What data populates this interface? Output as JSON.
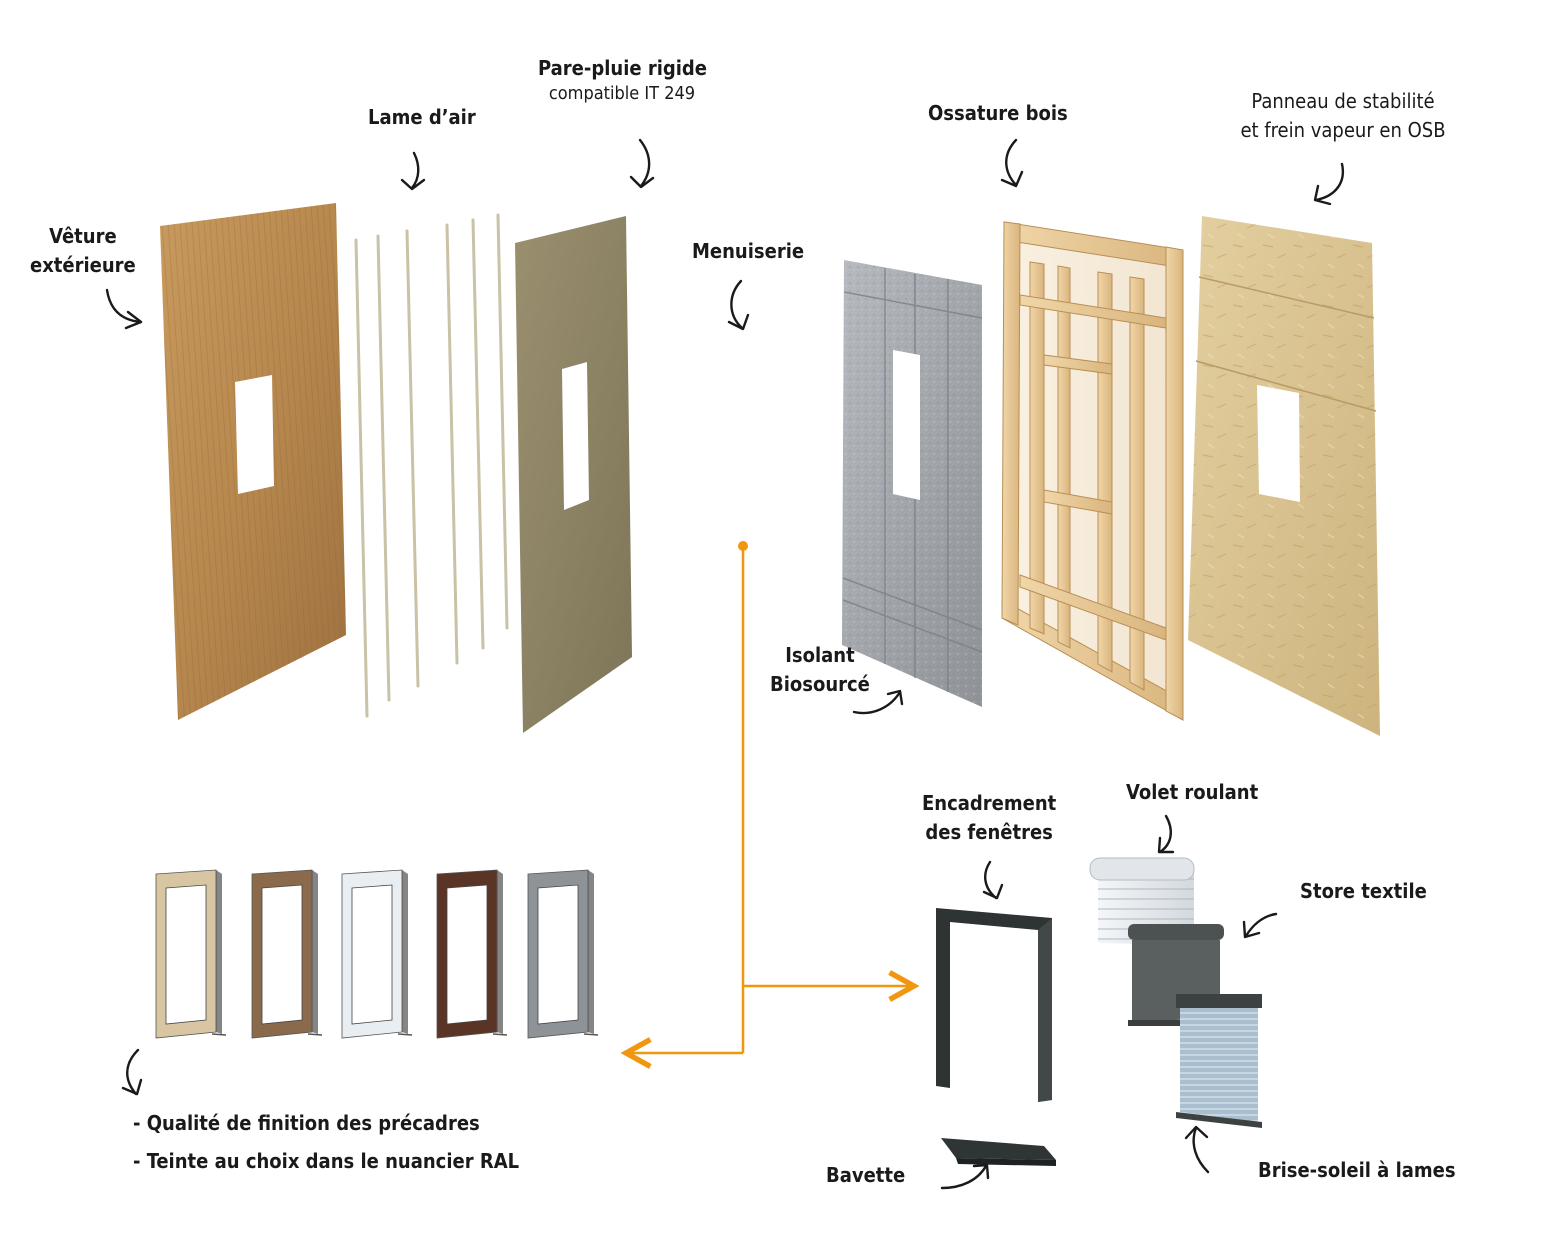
{
  "labels": {
    "veture": [
      "Vêture",
      "extérieure"
    ],
    "lame_air": "Lame d’air",
    "pare_pluie_title": "Pare-pluie rigide",
    "pare_pluie_sub": "compatible IT 249",
    "menuiserie": "Menuiserie",
    "ossature": "Ossature bois",
    "panneau": [
      "Panneau de stabilité",
      "et frein vapeur en OSB"
    ],
    "isolant": [
      "Isolant",
      "Biosourcé"
    ],
    "encadrement": [
      "Encadrement",
      "des fenêtres"
    ],
    "volet": "Volet roulant",
    "store": "Store textile",
    "bavette": "Bavette",
    "brise_soleil": "Brise-soleil à lames"
  },
  "notes": [
    "- Qualité de finition des précadres",
    "- Teinte au choix dans le nuancier RAL"
  ],
  "colors": {
    "accent": "#F0960F",
    "wood_cladding": "#B8844A",
    "rain_screen": "#8E8466",
    "insulation": "#A4A8AD",
    "timber": "#E6C896",
    "osb": "#D8C391",
    "frame_dark": "#2E3333"
  },
  "window_finishes": [
    "#D8C6A2",
    "#8A6A4A",
    "#E8EEF2",
    "#5A3526",
    "#8E9398"
  ]
}
